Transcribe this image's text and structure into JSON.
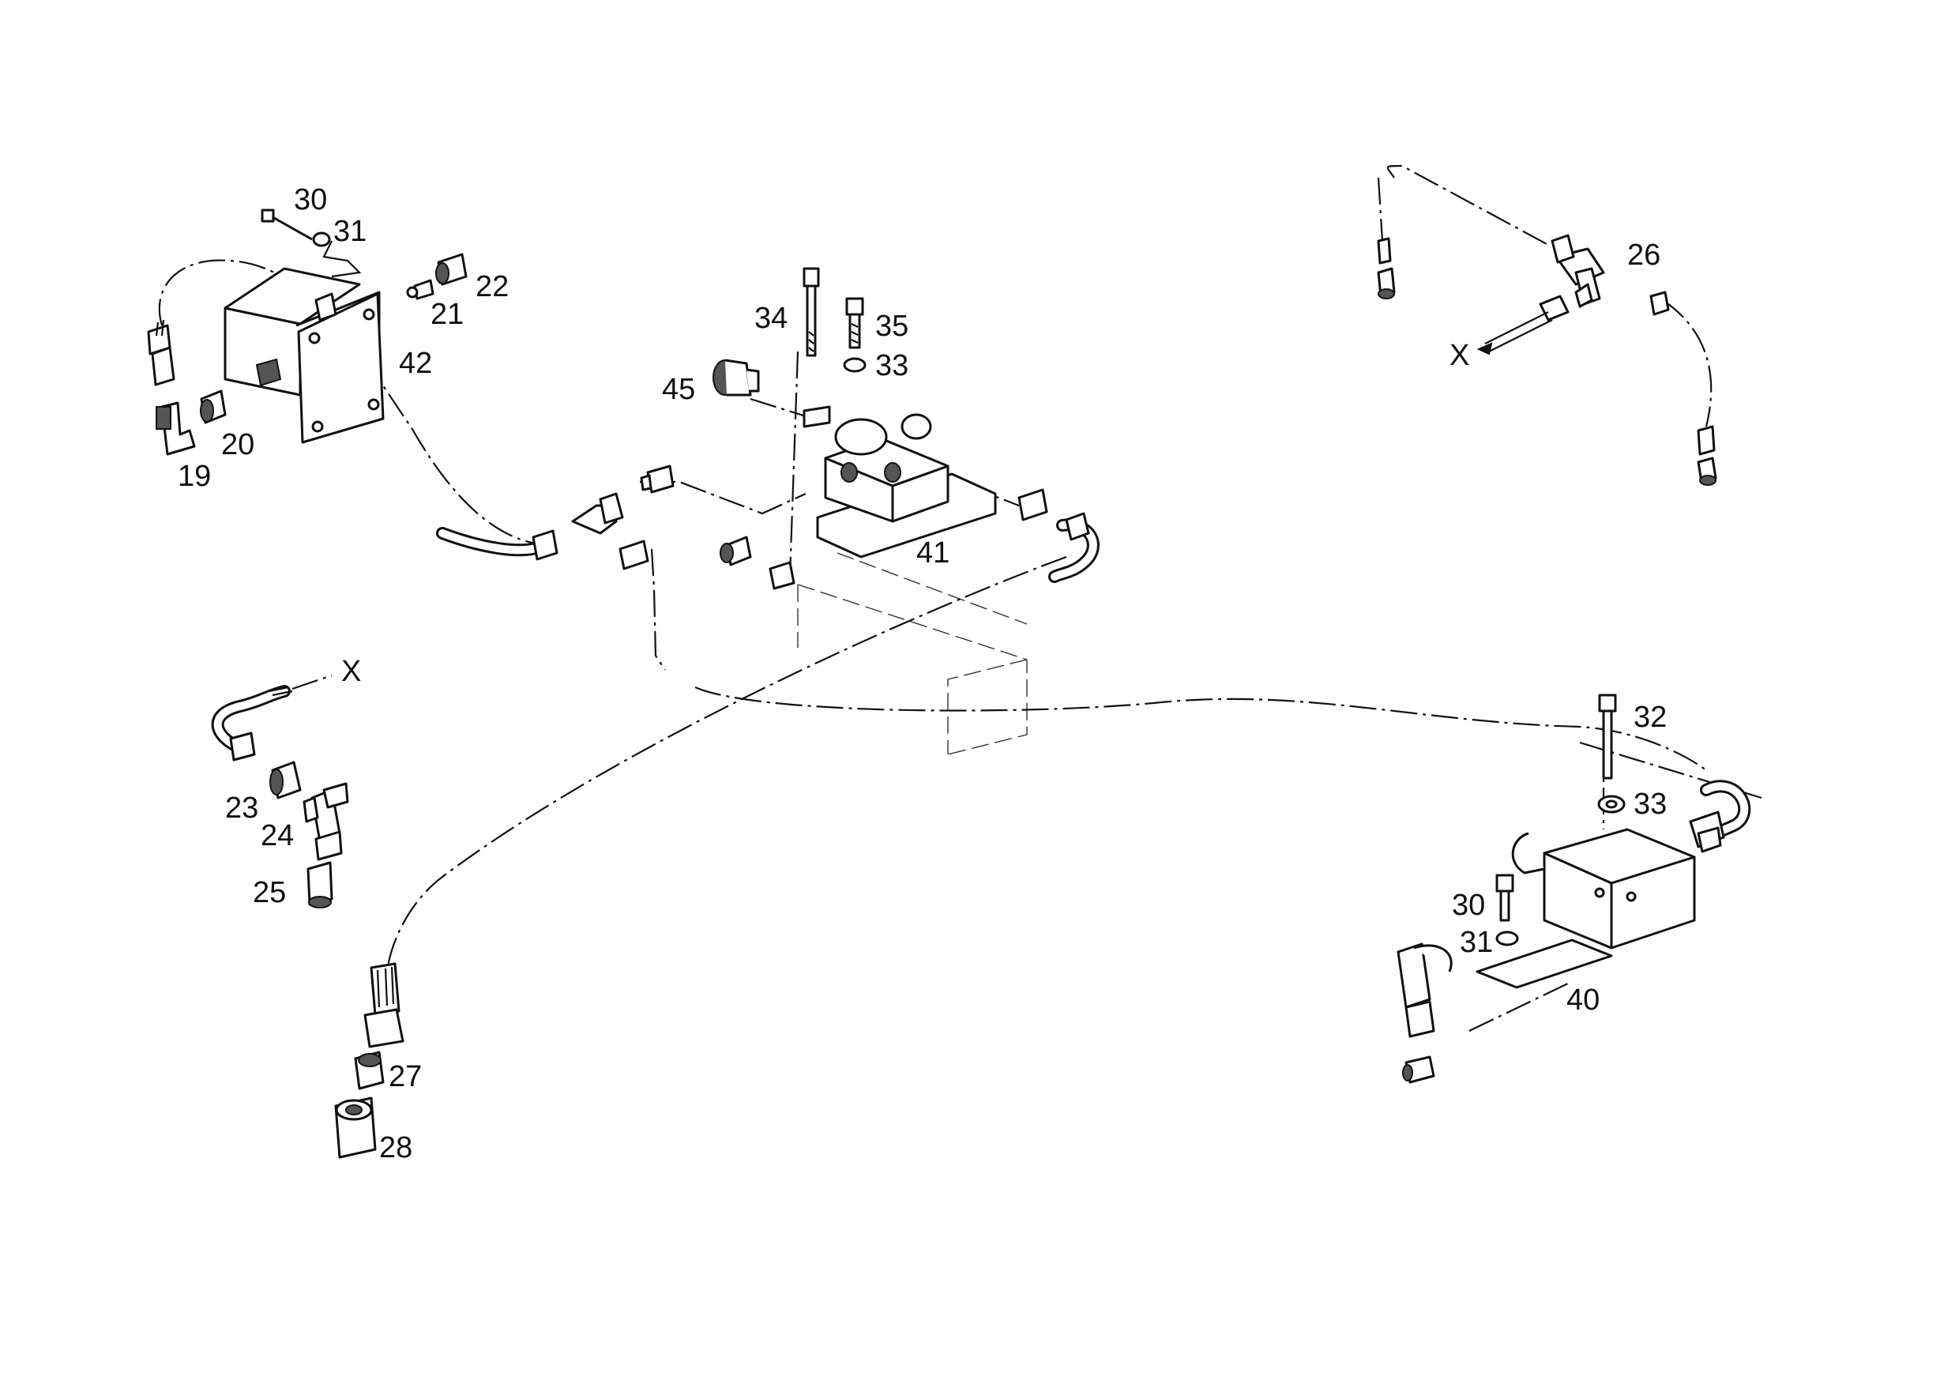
{
  "diagram": {
    "callouts": [
      "19",
      "20",
      "21",
      "22",
      "23",
      "24",
      "25",
      "26",
      "27",
      "28",
      "30",
      "31",
      "30",
      "31",
      "32",
      "33",
      "33",
      "34",
      "35",
      "40",
      "41",
      "42",
      "45"
    ],
    "markers": [
      "X",
      "X"
    ]
  }
}
